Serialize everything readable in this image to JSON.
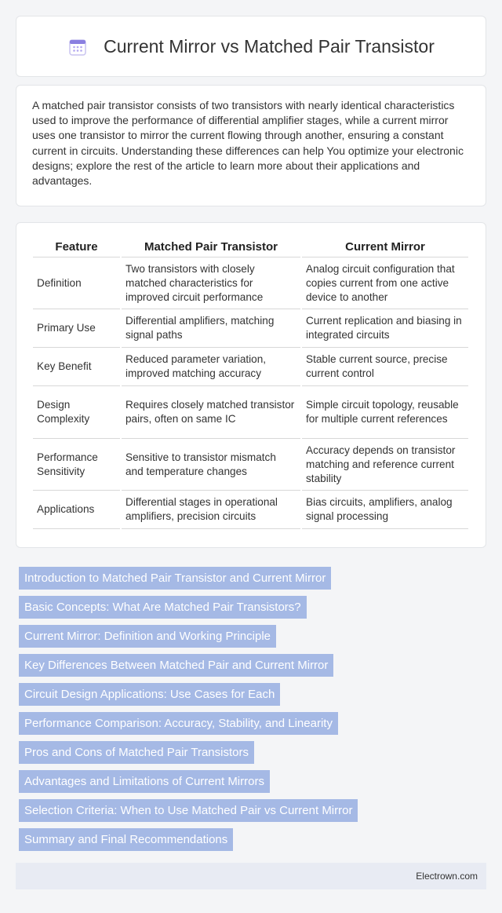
{
  "header": {
    "icon": "calendar-icon",
    "title": "Current Mirror vs Matched Pair Transistor"
  },
  "intro": {
    "text": "A matched pair transistor consists of two transistors with nearly identical characteristics used to improve the performance of differential amplifier stages, while a current mirror uses one transistor to mirror the current flowing through another, ensuring a constant current in circuits. Understanding these differences can help You optimize your electronic designs; explore the rest of the article to learn more about their applications and advantages."
  },
  "table": {
    "headers": [
      "Feature",
      "Matched Pair Transistor",
      "Current Mirror"
    ],
    "rows": [
      [
        "Definition",
        "Two transistors with closely matched characteristics for improved circuit performance",
        "Analog circuit configuration that copies current from one active device to another"
      ],
      [
        "Primary Use",
        "Differential amplifiers, matching signal paths",
        "Current replication and biasing in integrated circuits"
      ],
      [
        "Key Benefit",
        "Reduced parameter variation, improved matching accuracy",
        "Stable current source, precise current control"
      ],
      [
        "Design Complexity",
        "Requires closely matched transistor pairs, often on same IC",
        "Simple circuit topology, reusable for multiple current references"
      ],
      [
        "Performance Sensitivity",
        "Sensitive to transistor mismatch and temperature changes",
        "Accuracy depends on transistor matching and reference current stability"
      ],
      [
        "Applications",
        "Differential stages in operational amplifiers, precision circuits",
        "Bias circuits, amplifiers, analog signal processing"
      ]
    ]
  },
  "toc": [
    "Introduction to Matched Pair Transistor and Current Mirror",
    "Basic Concepts: What Are Matched Pair Transistors?",
    "Current Mirror: Definition and Working Principle",
    "Key Differences Between Matched Pair and Current Mirror",
    "Circuit Design Applications: Use Cases for Each",
    "Performance Comparison: Accuracy, Stability, and Linearity",
    "Pros and Cons of Matched Pair Transistors",
    "Advantages and Limitations of Current Mirrors",
    "Selection Criteria: When to Use Matched Pair vs Current Mirror",
    "Summary and Final Recommendations"
  ],
  "footer": {
    "text": "Electrown.com"
  },
  "colors": {
    "toc_background": "#a5b9e5",
    "footer_background": "#e8ebf3",
    "icon_accent": "#8a7fe0"
  }
}
